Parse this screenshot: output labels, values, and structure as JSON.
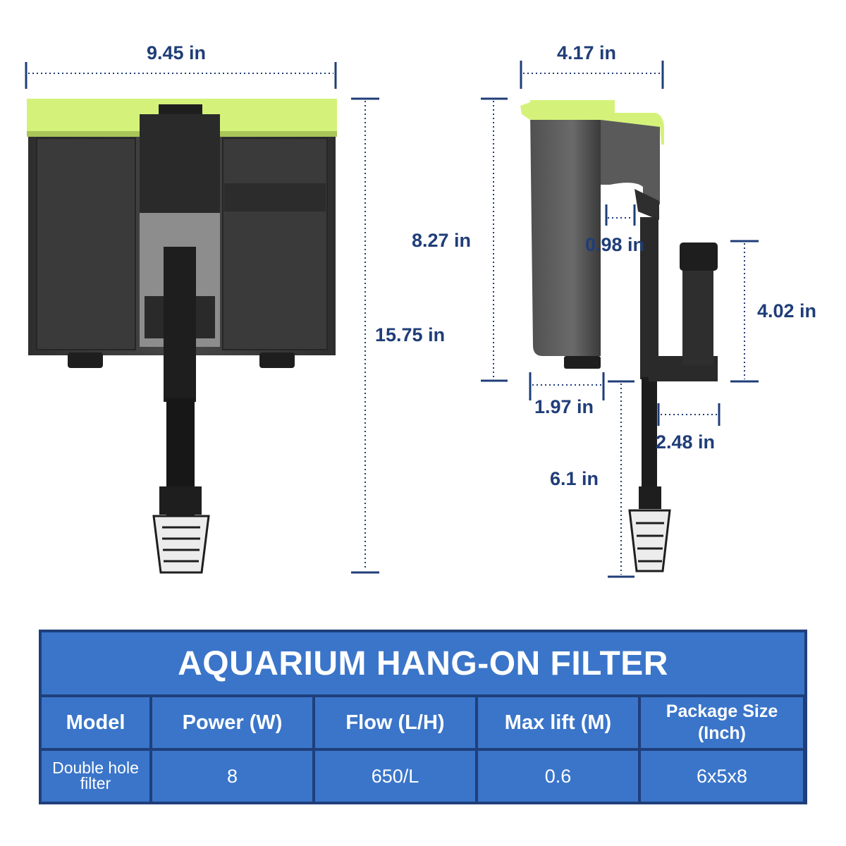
{
  "dimensions": {
    "front_width": "9.45 in",
    "front_height": "15.75 in",
    "side_depth": "4.17 in",
    "side_box_height": "8.27 in",
    "side_gap": "0.98 in",
    "side_bottom_width": "1.97 in",
    "outlet_height": "4.02 in",
    "outlet_offset": "2.48 in",
    "intake_length": "6.1 in"
  },
  "spec_table": {
    "title": "AQUARIUM HANG-ON FILTER",
    "headers": [
      "Model",
      "Power (W)",
      "Flow (L/H)",
      "Max lift (M)",
      "Package Size",
      "(Inch)"
    ],
    "rows": [
      [
        "Double hole filter",
        "8",
        "650/L",
        "0.6",
        "6x5x8"
      ]
    ]
  },
  "colors": {
    "label_navy": "#1f3d78",
    "table_blue": "#3a75c9",
    "table_border": "#1f3f7a",
    "lid_green": "#d4f27a",
    "body_dark": "#3c3c3c"
  }
}
